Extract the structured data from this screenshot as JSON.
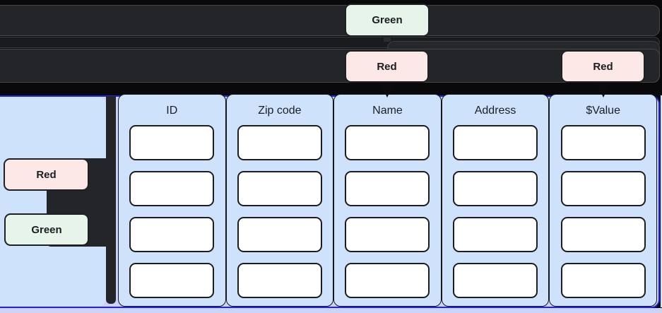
{
  "annotations": {
    "top": [
      {
        "label": "Green",
        "fill": "#e6f4ea"
      },
      {
        "label": "Red",
        "fill": "#fce8e6"
      },
      {
        "label": "Red",
        "fill": "#fce8e6"
      }
    ],
    "left": [
      {
        "label": "Red",
        "fill": "#fce8e6"
      },
      {
        "label": "Green",
        "fill": "#e6f4ea"
      }
    ]
  },
  "table": {
    "columns": [
      {
        "header": "ID"
      },
      {
        "header": "Zip code"
      },
      {
        "header": "Name"
      },
      {
        "header": "Address"
      },
      {
        "header": "$Value"
      }
    ],
    "rows_per_column": 4
  },
  "colors": {
    "canvas": "#09090b",
    "dark_bar": "#232529",
    "column_fill": "#cfe2fc",
    "cell_fill": "#ffffff",
    "panel_fill": "#ccd3f8",
    "selection_blue": "#2424df",
    "badge_green": "#e6f4ea",
    "badge_red": "#fce8e6",
    "badge_text": "#1b1d21"
  }
}
